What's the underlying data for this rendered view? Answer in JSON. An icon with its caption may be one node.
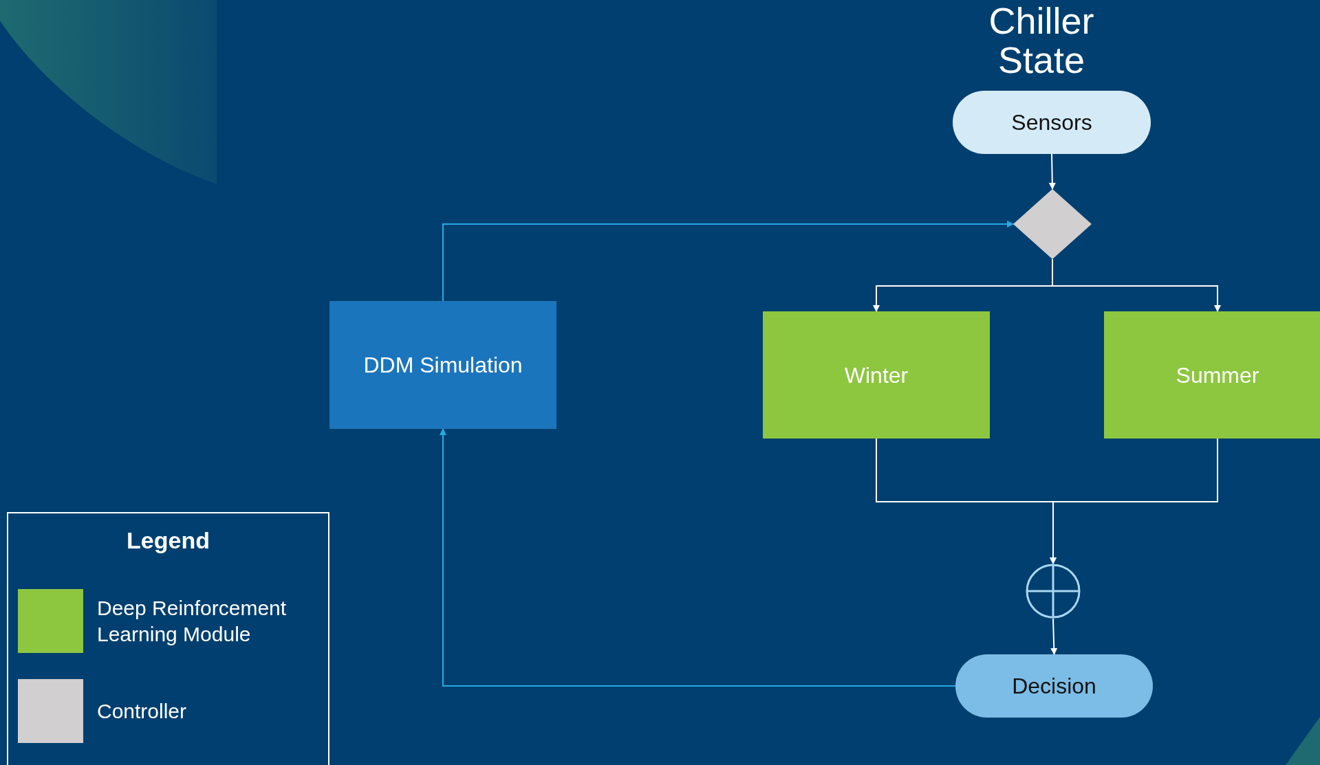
{
  "diagram": {
    "title": "Chiller State",
    "nodes": [
      {
        "text": [
          "Sensors"
        ]
      },
      {
        "text": [],
        "shape": "diamond"
      },
      {
        "text": [
          "DDM Simulation"
        ]
      },
      {
        "text": [
          "Winter"
        ]
      },
      {
        "text": [
          "Summer"
        ]
      },
      {
        "text": [],
        "shape": "circle"
      },
      {
        "text": [
          "Decision"
        ]
      }
    ],
    "edges": [
      {
        "from": 0,
        "to": 1,
        "arrow": "to"
      },
      {
        "from": 1,
        "to": 3,
        "arrow": "to"
      },
      {
        "from": 1,
        "to": 4,
        "arrow": "to"
      },
      {
        "from": 3,
        "to": 5,
        "arrow": "to"
      },
      {
        "from": 4,
        "to": 5,
        "arrow": "to"
      },
      {
        "from": 5,
        "to": 6,
        "arrow": "to"
      },
      {
        "from": 6,
        "to": 2,
        "arrow": "to",
        "color": "#27aae1"
      },
      {
        "from": 2,
        "to": 1,
        "arrow": "to",
        "color": "#27aae1"
      }
    ],
    "labels": [
      "Legend"
    ],
    "legend": [
      {
        "text": "Deep Reinforcement Learning Module",
        "color": "#8dc63f"
      },
      {
        "text": "Controller",
        "color": "#d1cfd0"
      }
    ]
  }
}
